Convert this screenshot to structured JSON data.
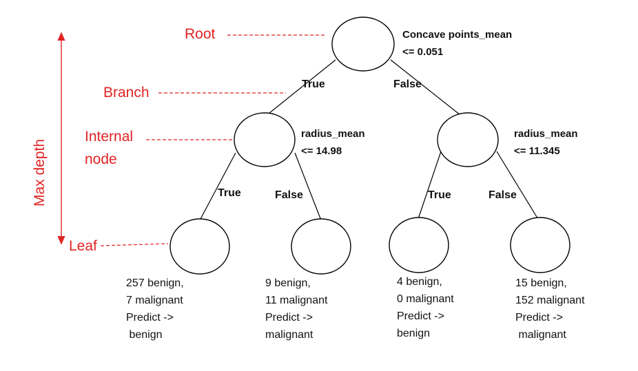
{
  "colors": {
    "annotation": "#e02424",
    "ink": "#000000",
    "background": "#ffffff"
  },
  "annotations": {
    "root": "Root",
    "branch": "Branch",
    "internal_node": [
      "Internal",
      "node"
    ],
    "leaf": "Leaf",
    "max_depth": "Max depth"
  },
  "tree": {
    "root": {
      "condition": [
        "Concave points_mean",
        "<= 0.051"
      ]
    },
    "left": {
      "condition": [
        "radius_mean",
        "<= 14.98"
      ]
    },
    "right": {
      "condition": [
        "radius_mean",
        "<= 11.345"
      ]
    },
    "edge_labels": {
      "root_left": "True",
      "root_right": "False",
      "left_left": "True",
      "left_right": "False",
      "right_left": "True",
      "right_right": "False"
    },
    "leaves": [
      {
        "lines": [
          "257 benign,",
          "7 malignant",
          "Predict ->",
          " benign"
        ]
      },
      {
        "lines": [
          "9 benign,",
          "11 malignant",
          "Predict ->",
          "malignant"
        ]
      },
      {
        "lines": [
          "4 benign,",
          "0 malignant",
          "Predict ->",
          "benign"
        ]
      },
      {
        "lines": [
          "15 benign,",
          "152 malignant",
          "Predict ->",
          " malignant"
        ]
      }
    ]
  }
}
